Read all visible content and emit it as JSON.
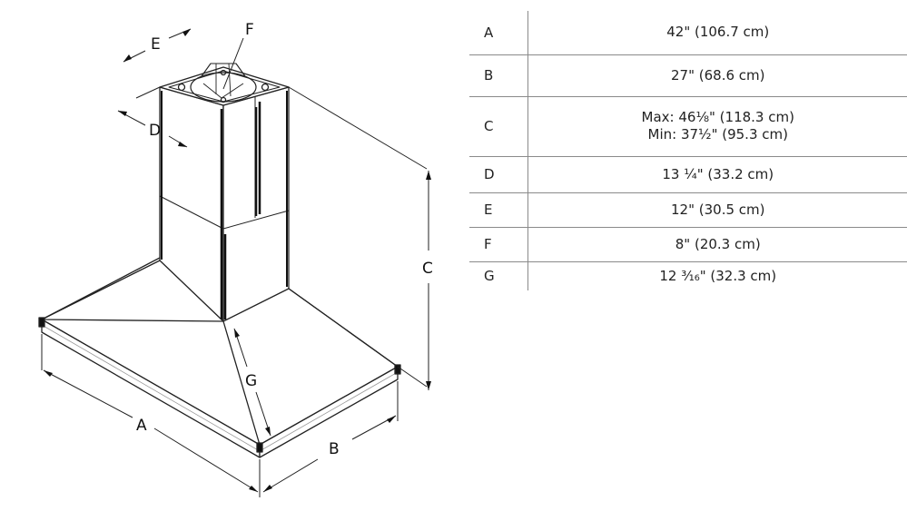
{
  "diagram": {
    "labels": {
      "A": "A",
      "B": "B",
      "C": "C",
      "D": "D",
      "E": "E",
      "F": "F",
      "G": "G"
    }
  },
  "spec_table": {
    "rows": [
      {
        "key": "A",
        "value": [
          "42\" (106.7 cm)"
        ]
      },
      {
        "key": "B",
        "value": [
          "27\" (68.6 cm)"
        ]
      },
      {
        "key": "C",
        "value": [
          "Max: 46⅛\" (118.3 cm)",
          "Min: 37½\" (95.3 cm)"
        ]
      },
      {
        "key": "D",
        "value": [
          "13 ¼\" (33.2 cm)"
        ]
      },
      {
        "key": "E",
        "value": [
          "12\" (30.5 cm)"
        ]
      },
      {
        "key": "F",
        "value": [
          "8\" (20.3 cm)"
        ]
      },
      {
        "key": "G",
        "value": [
          "12 ³⁄₁₆\" (32.3 cm)"
        ]
      }
    ]
  }
}
